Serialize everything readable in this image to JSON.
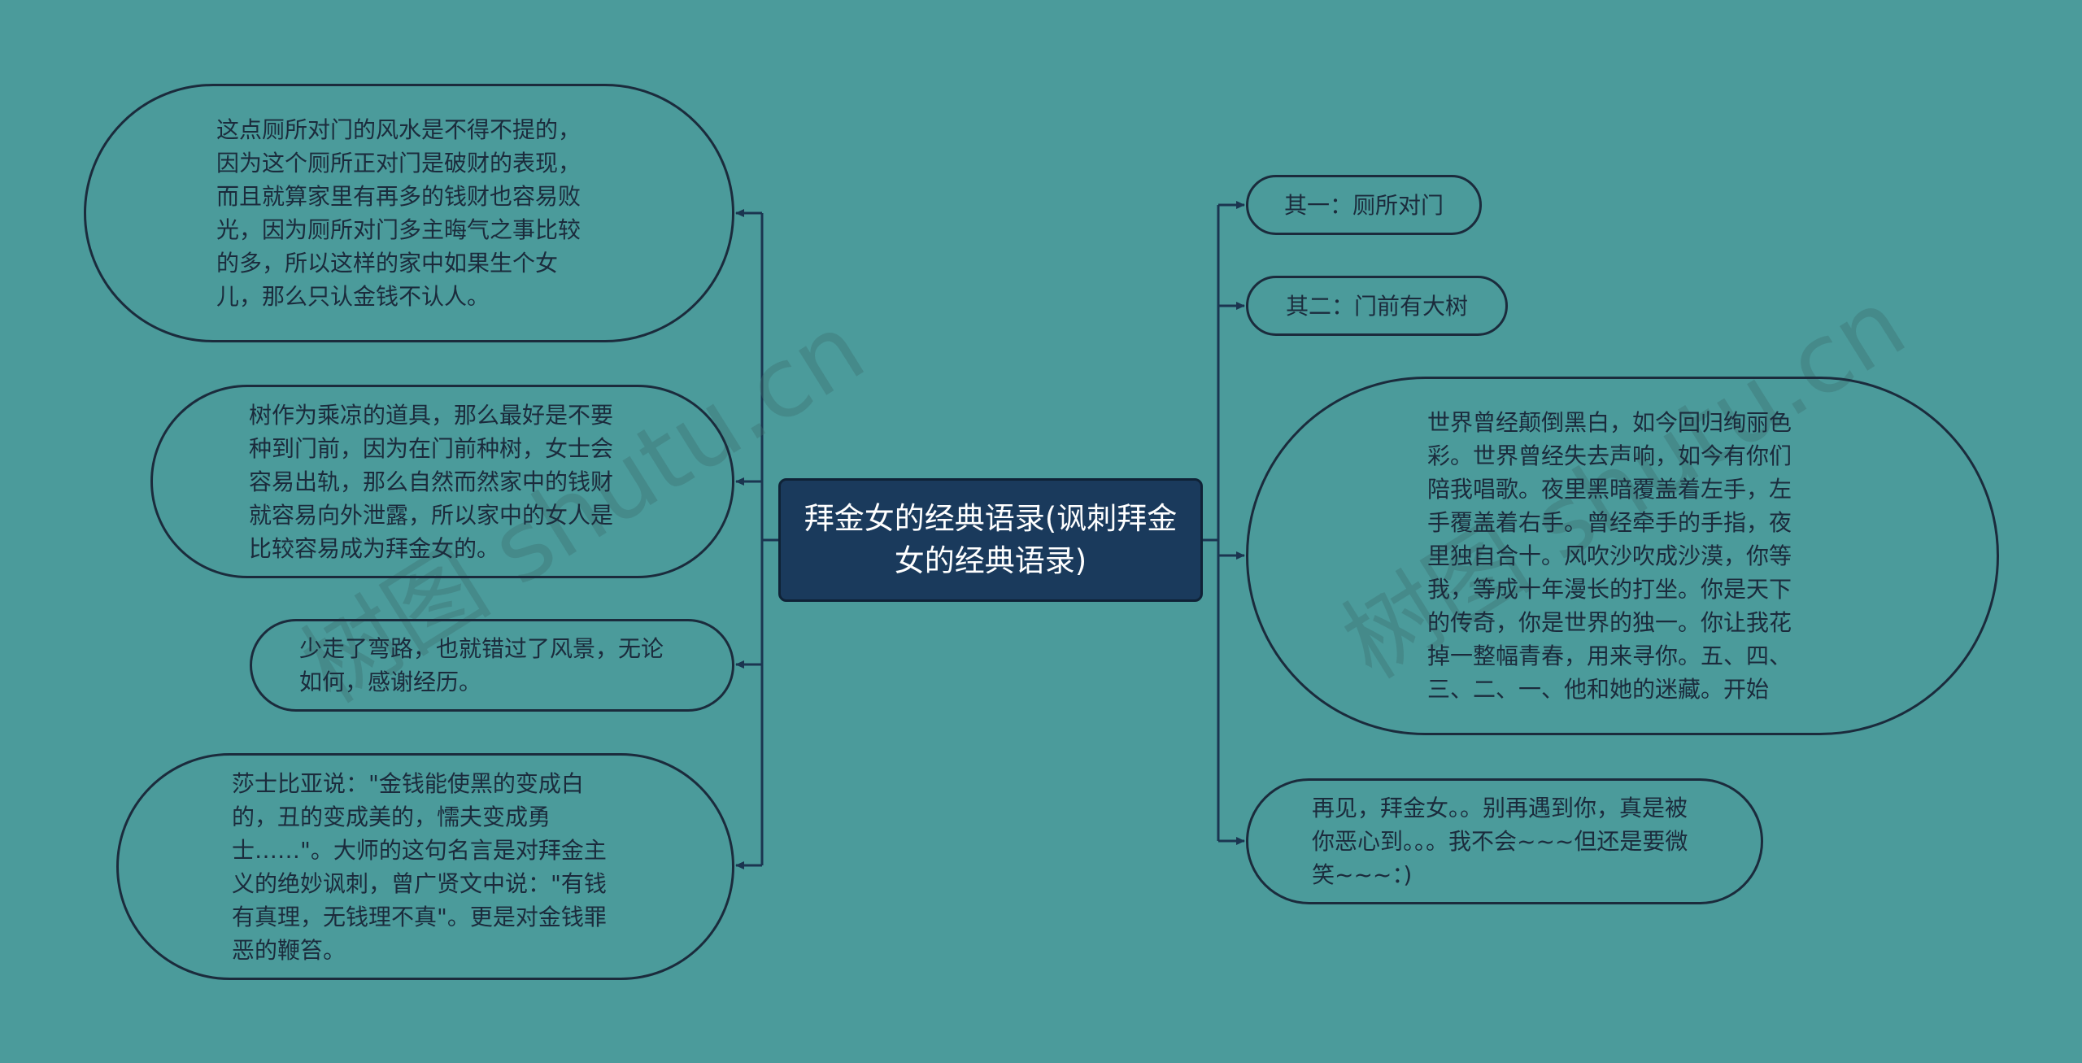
{
  "root": {
    "title": "拜金女的经典语录(讽刺拜金女的经典语录)"
  },
  "left_branches": [
    {
      "text": "这点厕所对门的风水是不得不提的，因为这个厕所正对门是破财的表现，而且就算家里有再多的钱财也容易败光，因为厕所对门多主晦气之事比较的多，所以这样的家中如果生个女儿，那么只认金钱不认人。"
    },
    {
      "text": "树作为乘凉的道具，那么最好是不要种到门前，因为在门前种树，女士会容易出轨，那么自然而然家中的钱财就容易向外泄露，所以家中的女人是比较容易成为拜金女的。"
    },
    {
      "text": "少走了弯路，也就错过了风景，无论如何，感谢经历。"
    },
    {
      "text": "莎士比亚说：\"金钱能使黑的变成白的，丑的变成美的，懦夫变成勇士……\"。大师的这句名言是对拜金主义的绝妙讽刺，曾广贤文中说：\"有钱有真理，无钱理不真\"。更是对金钱罪恶的鞭笞。"
    }
  ],
  "right_branches": [
    {
      "text": "其一：厕所对门"
    },
    {
      "text": "其二：门前有大树"
    },
    {
      "text": "世界曾经颠倒黑白，如今回归绚丽色彩。世界曾经失去声响，如今有你们陪我唱歌。夜里黑暗覆盖着左手，左手覆盖着右手。曾经牵手的手指，夜里独自合十。风吹沙吹成沙漠，你等我，等成十年漫长的打坐。你是天下的传奇，你是世界的独一。你让我花掉一整幅青春，用来寻你。五、四、三、二、一、他和她的迷藏。开始"
    },
    {
      "text": "再见，拜金女。。别再遇到你，真是被你恶心到。。。我不会~~~但还是要微笑~~~：)"
    }
  ],
  "watermarks": [
    "树图 shutu.cn",
    "树图 shutu.cn"
  ],
  "colors": {
    "background": "#4b9b9b",
    "root_fill": "#1a3a5c",
    "line": "#1b3550",
    "node_border": "#1b2b3c"
  }
}
